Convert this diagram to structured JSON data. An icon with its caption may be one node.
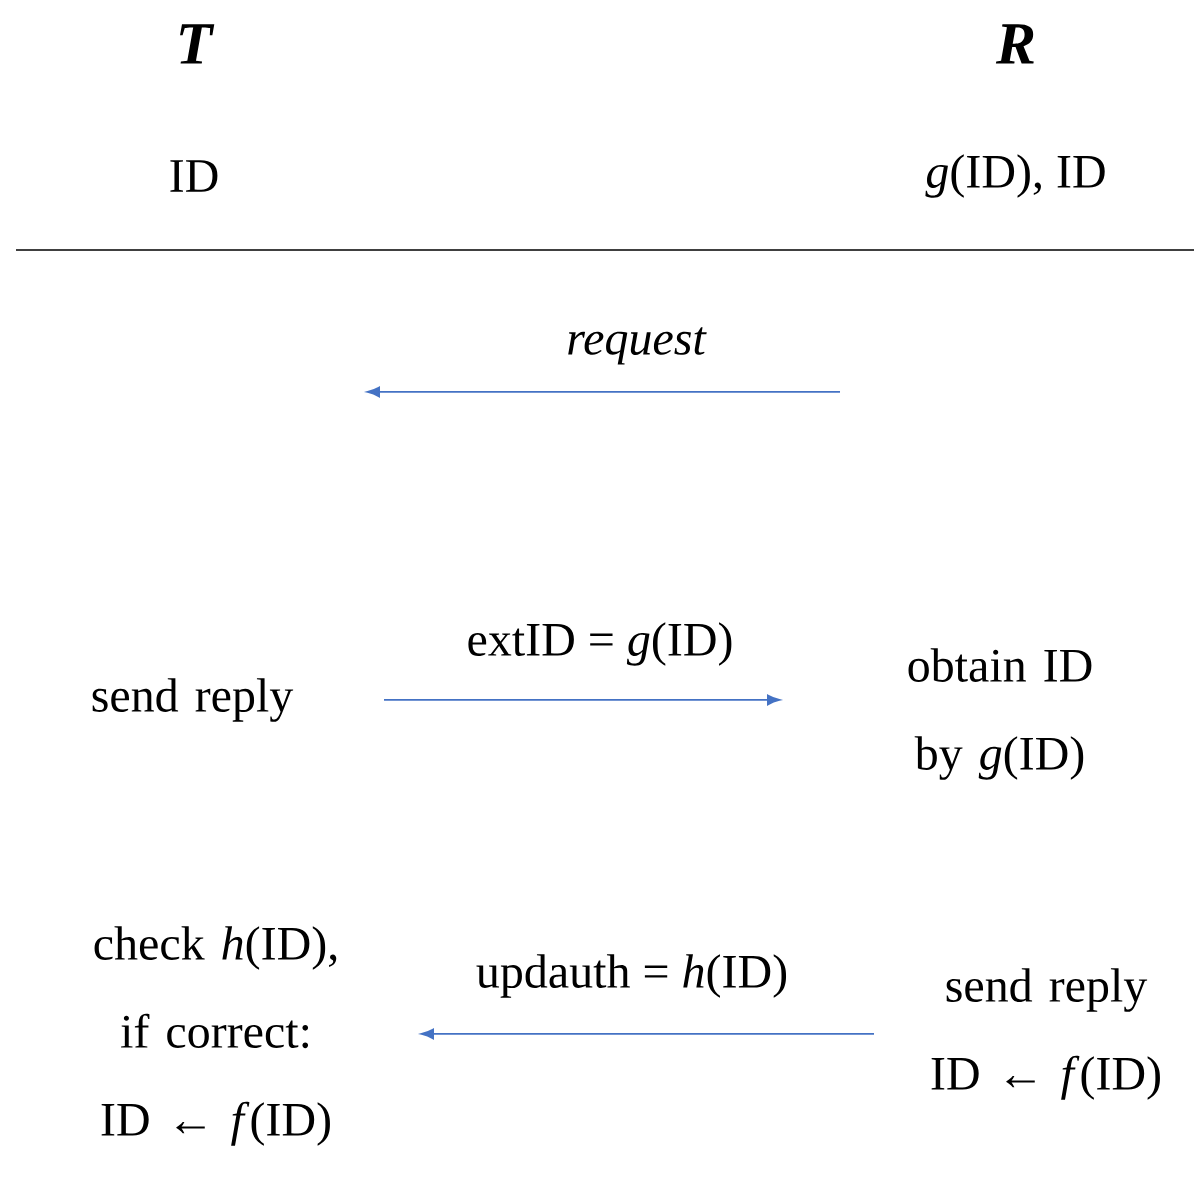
{
  "diagram": {
    "nodes": [
      {
        "text": [
          "send reply"
        ]
      },
      {
        "text": [
          "obtain ID by *g*(ID)"
        ]
      },
      {
        "text": [
          "check *h*(ID), if correct: ID ← *f*(ID)"
        ]
      },
      {
        "text": [
          "send reply ID ← *f*(ID)"
        ]
      }
    ],
    "edges": [
      {
        "from": 0,
        "to": 1,
        "arrow": "to",
        "label": "extID = *g*(ID)"
      },
      {
        "from": 3,
        "to": 2,
        "arrow": "to",
        "label": "updauth = *h*(ID)"
      }
    ],
    "labels": [
      "T",
      "R",
      "ID",
      "*g*(ID), ID",
      "request"
    ]
  }
}
